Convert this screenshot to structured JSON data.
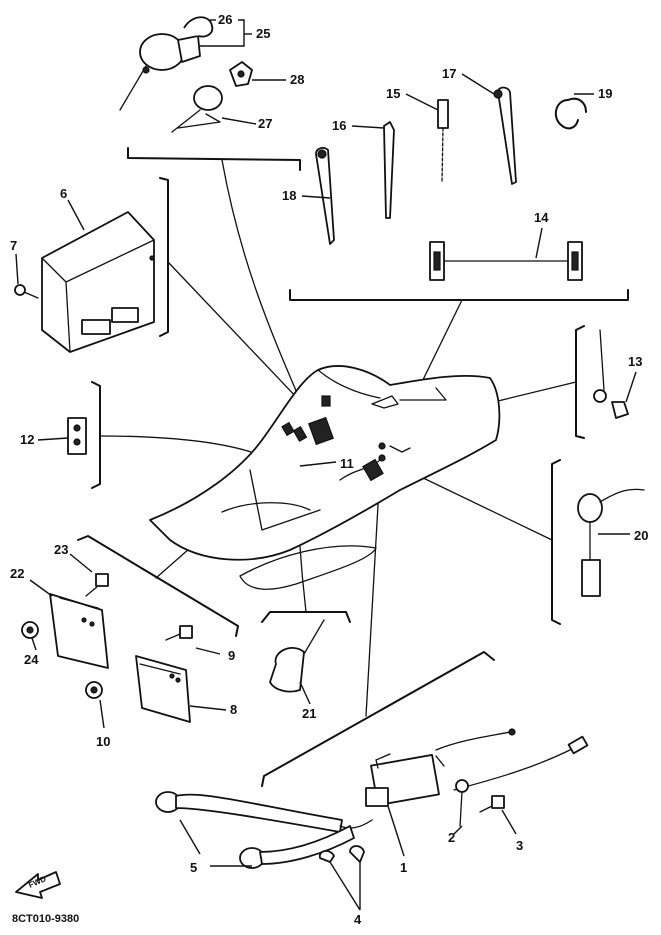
{
  "diagram_code": "8CT010-9380",
  "forward_label": "FWD",
  "callouts": {
    "c1": "1",
    "c2": "2",
    "c3": "3",
    "c4": "4",
    "c5": "5",
    "c6": "6",
    "c7": "7",
    "c8": "8",
    "c9": "9",
    "c10": "10",
    "c11": "11",
    "c12": "12",
    "c13": "13",
    "c14": "14",
    "c15": "15",
    "c16": "16",
    "c17": "17",
    "c18": "18",
    "c19": "19",
    "c20": "20",
    "c21": "21",
    "c22": "22",
    "c23": "23",
    "c24": "24",
    "c25": "25",
    "c26": "26",
    "c27": "27",
    "c28": "28"
  }
}
